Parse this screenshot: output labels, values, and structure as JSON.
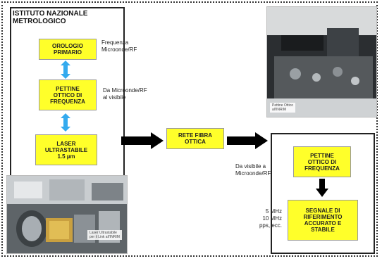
{
  "left_panel": {
    "title_line1": "ISTITUTO NAZIONALE",
    "title_line2": "METROLOGICO",
    "box_orologio_l1": "OROLOGIO",
    "box_orologio_l2": "PRIMARIO",
    "box_pettine_l1": "PETTINE",
    "box_pettine_l2": "OTTICO DI",
    "box_pettine_l3": "FREQUENZA",
    "box_laser_l1": "LASER",
    "box_laser_l2": "ULTRASTABILE",
    "box_laser_l3": "1.5 µm"
  },
  "labels": {
    "frequenza_l1": "Frequenza",
    "frequenza_l2": "Microonde/RF",
    "da_micro_l1": "Da Microonde/RF",
    "da_micro_l2": "al visibile",
    "da_visibile_l1": "Da visibile a",
    "da_visibile_l2": "Microonde/RF",
    "freqs_l1": "5 MHz",
    "freqs_l2": "10 MHz",
    "freqs_l3": "pps, ecc."
  },
  "rete": {
    "l1": "RETE FIBRA",
    "l2": "OTTICA"
  },
  "right_panel": {
    "box_pettine_l1": "PETTINE",
    "box_pettine_l2": "OTTICO DI",
    "box_pettine_l3": "FREQUENZA",
    "box_segnale_l1": "SEGNALE DI",
    "box_segnale_l2": "RIFERIMENTO",
    "box_segnale_l3": "ACCURATO E",
    "box_segnale_l4": "STABILE"
  },
  "captions": {
    "top_photo_l1": "Pettine Ottico",
    "top_photo_l2": "all'INRIM",
    "bottom_photo_l1": "Laser Ultrastabile",
    "bottom_photo_l2": "per il Link all'INRIM"
  },
  "colors": {
    "box_yellow": "#ffff2a",
    "arrow_blue": "#33aaee",
    "arrow_black": "#000000"
  }
}
